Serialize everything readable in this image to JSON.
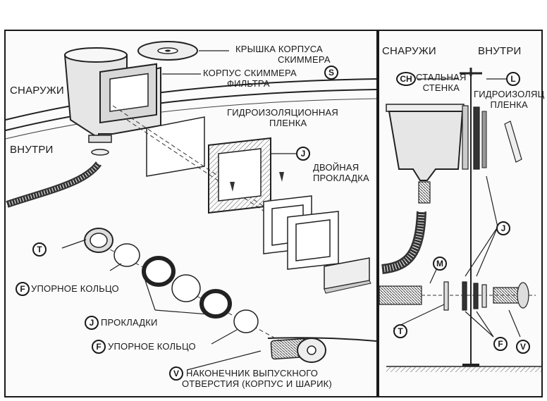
{
  "left_panel": {
    "outside": "СНАРУЖИ",
    "inside": "ВНУТРИ",
    "skimmer_lid": [
      "КРЫШКА КОРПУСА",
      "СКИММЕРА"
    ],
    "skimmer_body": [
      "КОРПУС СКИММЕРА",
      "ФИЛЬТРА"
    ],
    "liner": [
      "ГИДРОИЗОЛЯЦИОННАЯ",
      "ПЛЕНКА"
    ],
    "double_gasket": [
      "ДВОЙНАЯ",
      "ПРОКЛАДКА"
    ],
    "thrust_ring_1": "УПОРНОЕ КОЛЬЦО",
    "gaskets": "ПРОКЛАДКИ",
    "thrust_ring_2": "УПОРНОЕ КОЛЬЦО",
    "outlet_nozzle": [
      "НАКОНЕЧНИК ВЫПУСКНОГО",
      "ОТВЕРСТИЯ (КОРПУС И ШАРИК)"
    ]
  },
  "right_panel": {
    "outside": "СНАРУЖИ",
    "inside": "ВНУТРИ",
    "steel_wall": [
      "СТАЛЬНАЯ",
      "СТЕНКА"
    ],
    "liner": [
      "ГИДРОИЗОЛЯЦ",
      "ПЛЕНКА"
    ]
  },
  "badges": {
    "S": "S",
    "J": "J",
    "T": "T",
    "F": "F",
    "V": "V",
    "M": "M",
    "CH": "CH",
    "L": "L"
  }
}
